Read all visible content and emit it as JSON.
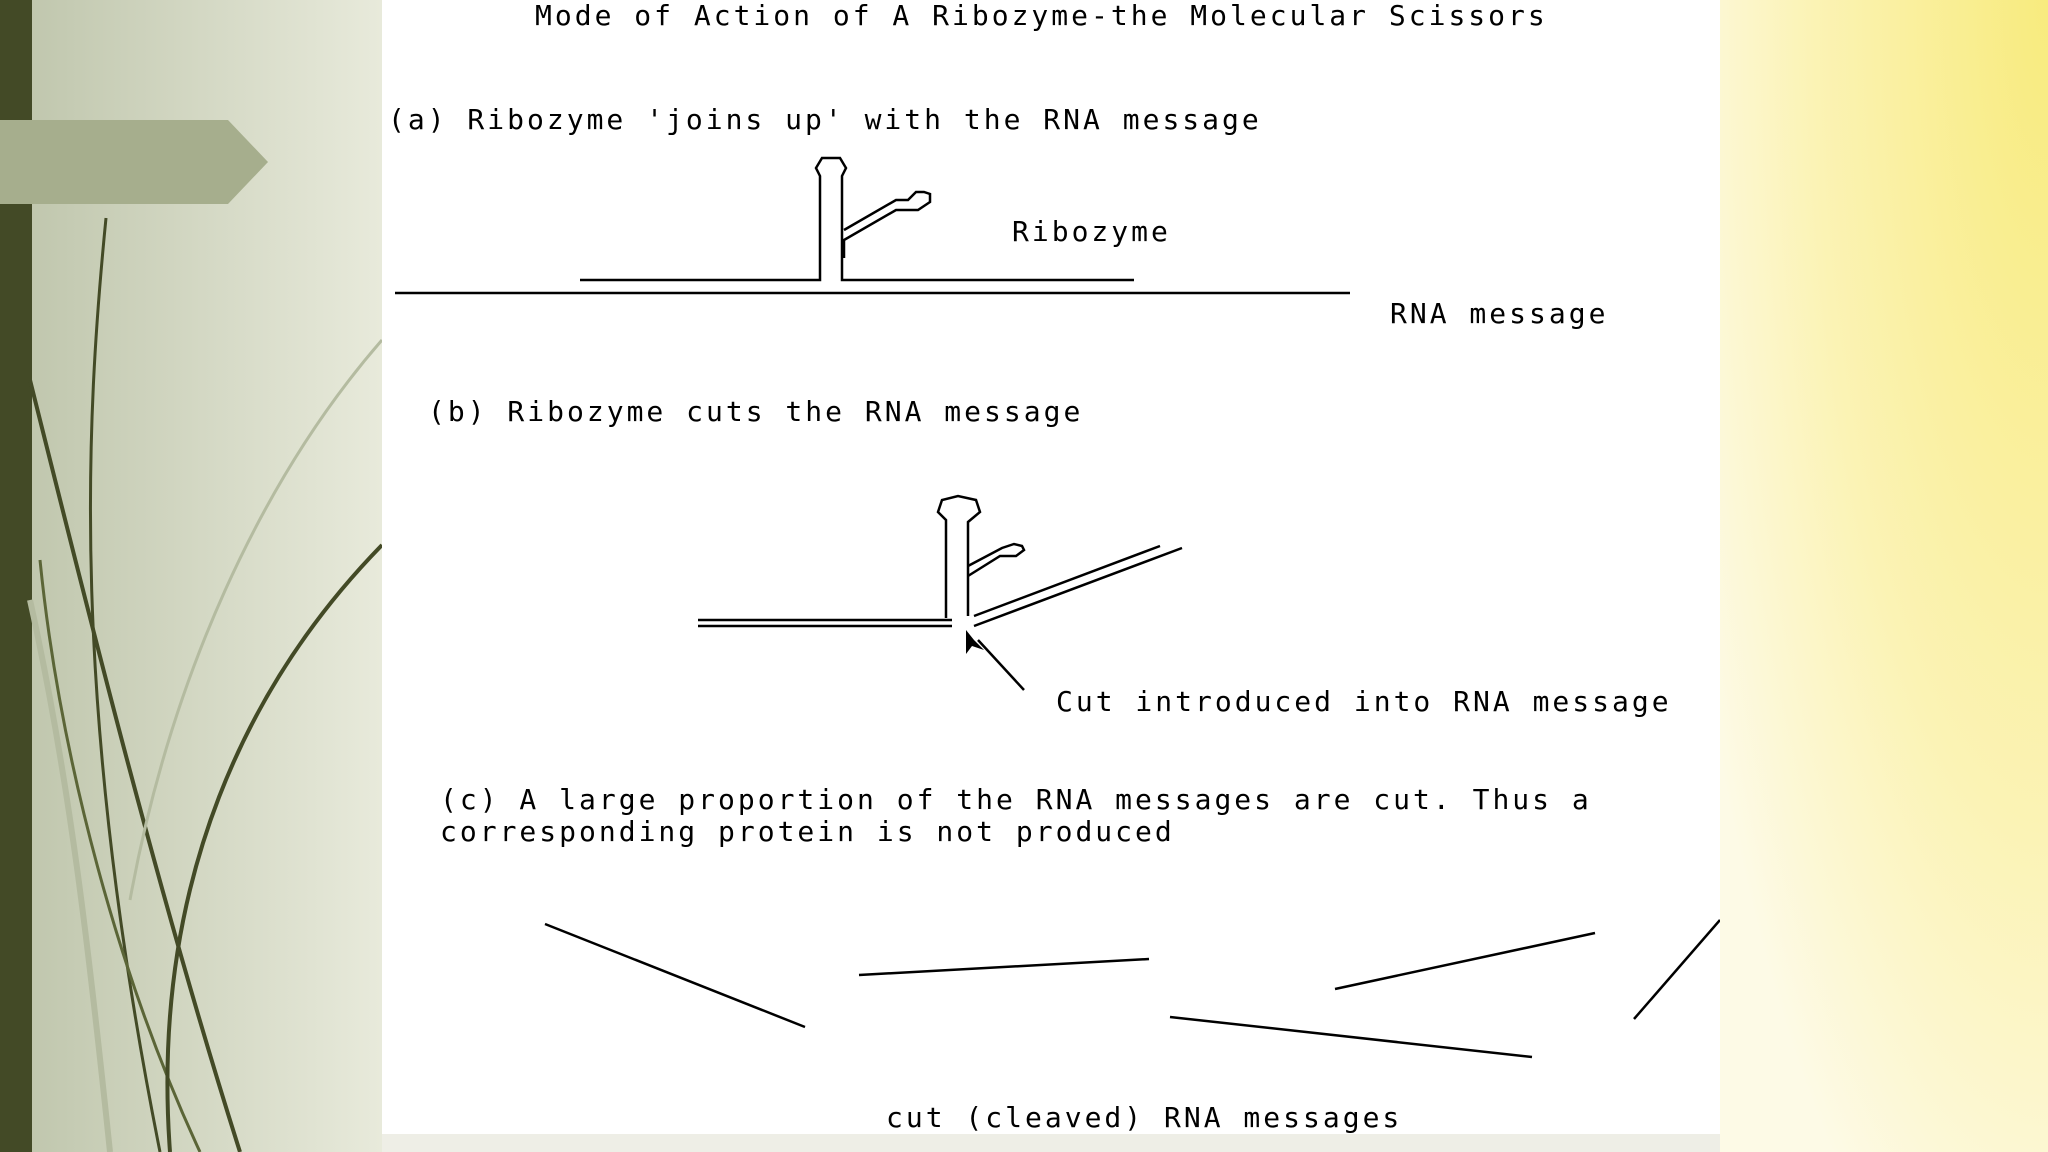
{
  "slide": {
    "title": "Mode of Action of A Ribozyme-the Molecular Scissors",
    "step_a": "(a) Ribozyme 'joins up' with the RNA message",
    "label_ribozyme": "Ribozyme",
    "label_rna_message": "RNA message",
    "step_b": "(b) Ribozyme cuts the RNA message",
    "label_cut": "Cut introduced into RNA message",
    "step_c_line1": "(c) A large proportion of the RNA messages are cut.  Thus a",
    "step_c_line2": "corresponding protein is not produced",
    "label_cleaved": "cut (cleaved) RNA messages"
  },
  "theme": {
    "left_bar": "#434a26",
    "tab_shape": "#a6ae8d",
    "background_left": "#c6ccb4",
    "background_right": "#f9ec86",
    "ink": "#000000"
  }
}
